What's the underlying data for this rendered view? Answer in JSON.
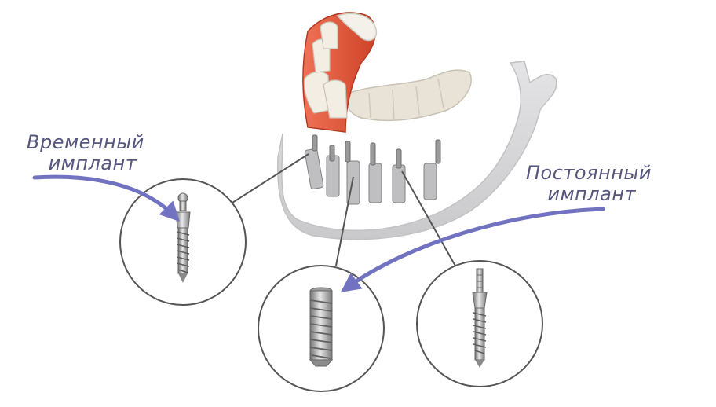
{
  "labels": {
    "temporary_line1": "Временный",
    "temporary_line2": "имплант",
    "permanent_line1": "Постоянный",
    "permanent_line2": "имплант"
  },
  "icons": {
    "jaw": "jaw-model-icon",
    "temporary_implant": "mini-implant-icon",
    "permanent_implant_body": "implant-fixture-icon",
    "permanent_implant_mini": "one-piece-implant-icon"
  },
  "colors": {
    "arrow": "#7173c0",
    "label_text": "#56567e",
    "circle_stroke": "#555555",
    "gum": "#e3573c",
    "bone": "#d2d2d4",
    "tooth": "#ece7dc",
    "metal": "#a8a8a8"
  }
}
